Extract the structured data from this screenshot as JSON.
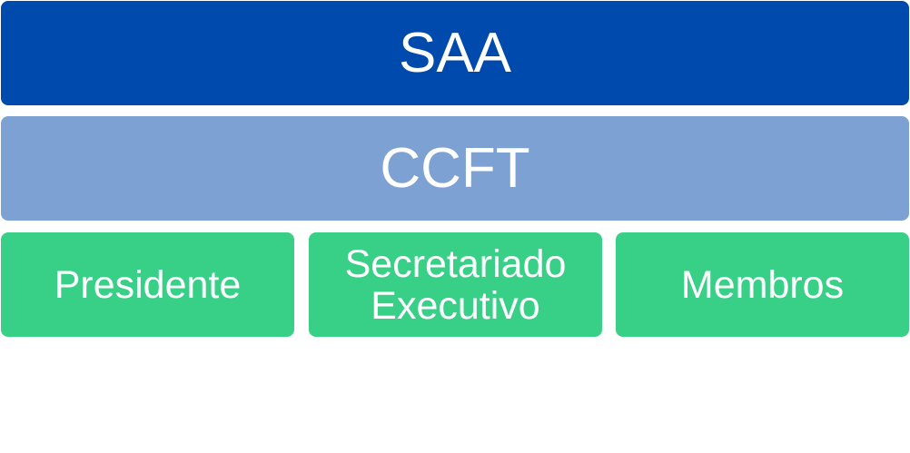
{
  "colors": {
    "top_box": "#004aad",
    "middle_box": "#7ea1d4",
    "bottom_boxes": "#38d087",
    "text": "#ffffff"
  },
  "diagram": {
    "top": {
      "label": "SAA"
    },
    "middle": {
      "label": "CCFT"
    },
    "bottom": [
      {
        "label": "Presidente"
      },
      {
        "label": "Secretariado\nExecutivo"
      },
      {
        "label": "Membros"
      }
    ]
  }
}
